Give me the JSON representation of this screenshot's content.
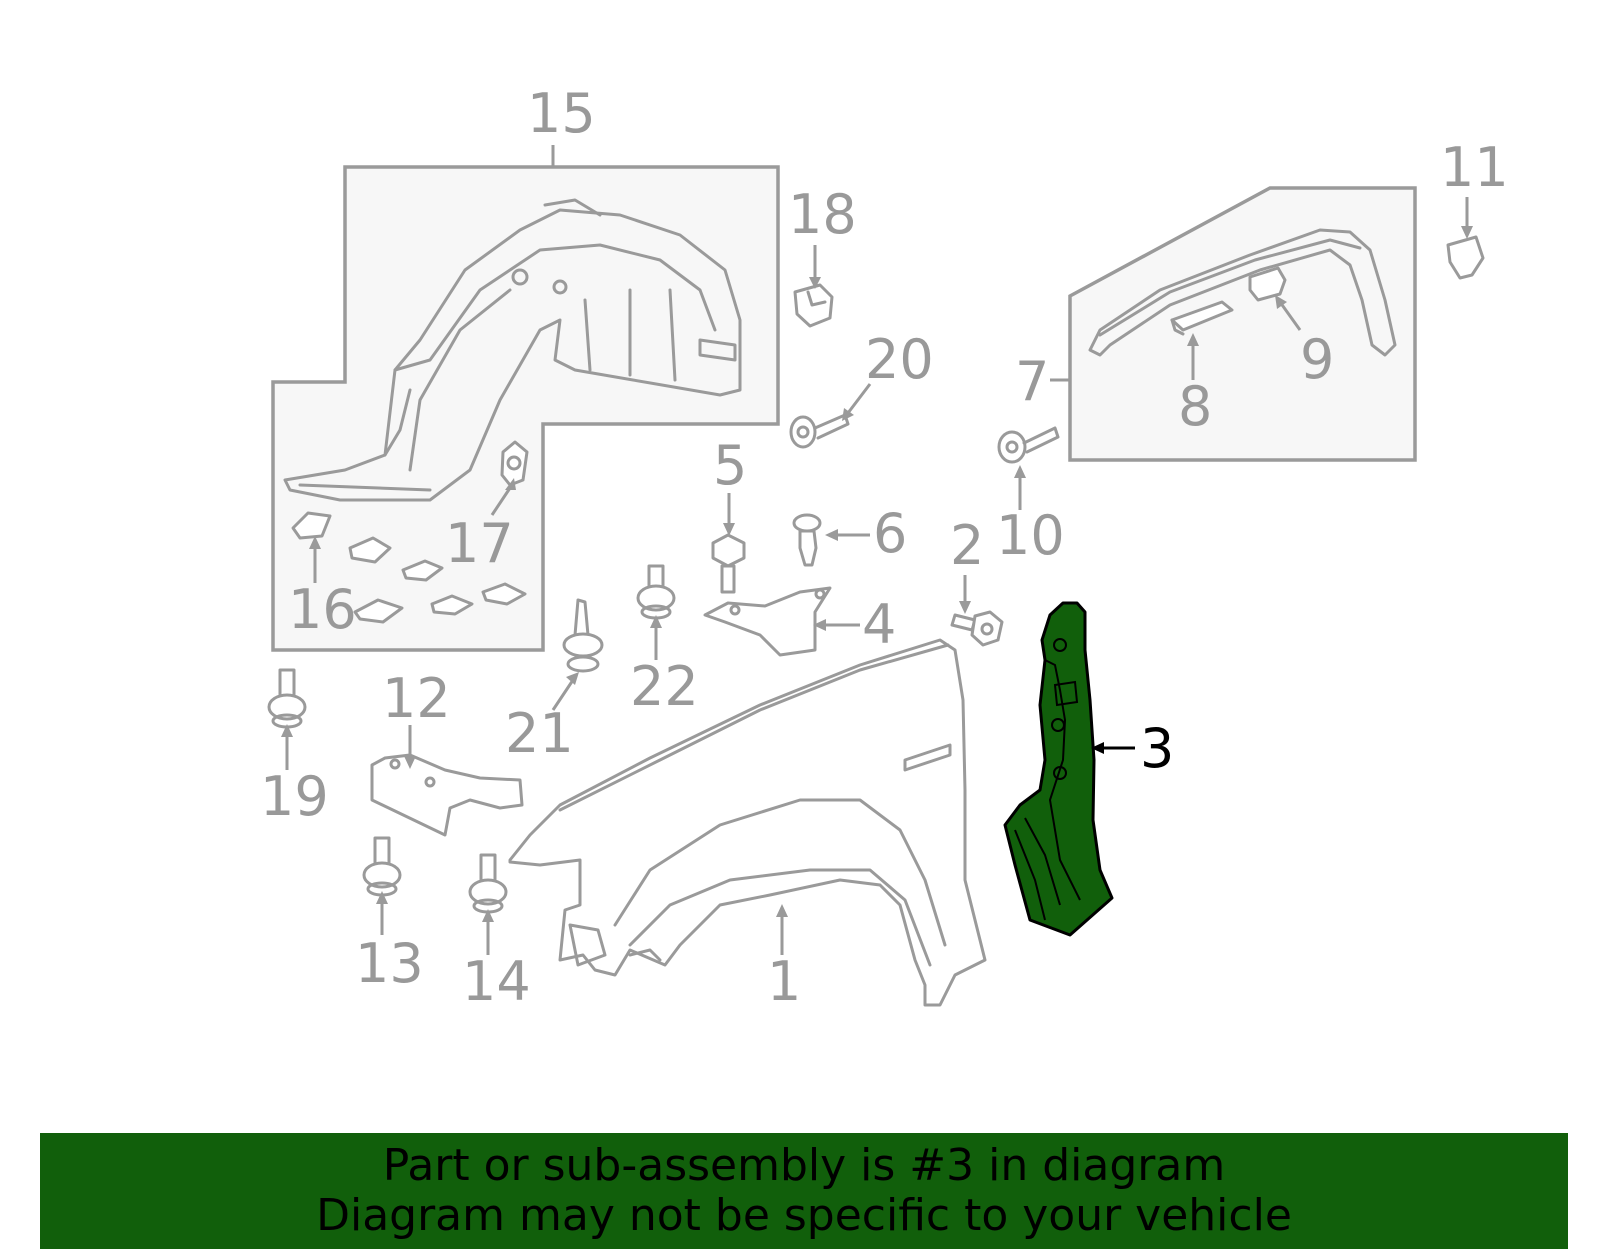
{
  "diagram": {
    "highlight_color": "#115f0b",
    "line_color": "#9a9a9a",
    "callouts": {
      "c1": "1",
      "c2": "2",
      "c3": "3",
      "c4": "4",
      "c5": "5",
      "c6": "6",
      "c7": "7",
      "c8": "8",
      "c9": "9",
      "c10": "10",
      "c11": "11",
      "c12": "12",
      "c13": "13",
      "c14": "14",
      "c15": "15",
      "c16": "16",
      "c17": "17",
      "c18": "18",
      "c19": "19",
      "c20": "20",
      "c21": "21",
      "c22": "22"
    }
  },
  "banner": {
    "line1": "Part or sub-assembly is #3 in diagram",
    "line2": "Diagram may not be specific to your vehicle",
    "background": "#115f0b"
  }
}
